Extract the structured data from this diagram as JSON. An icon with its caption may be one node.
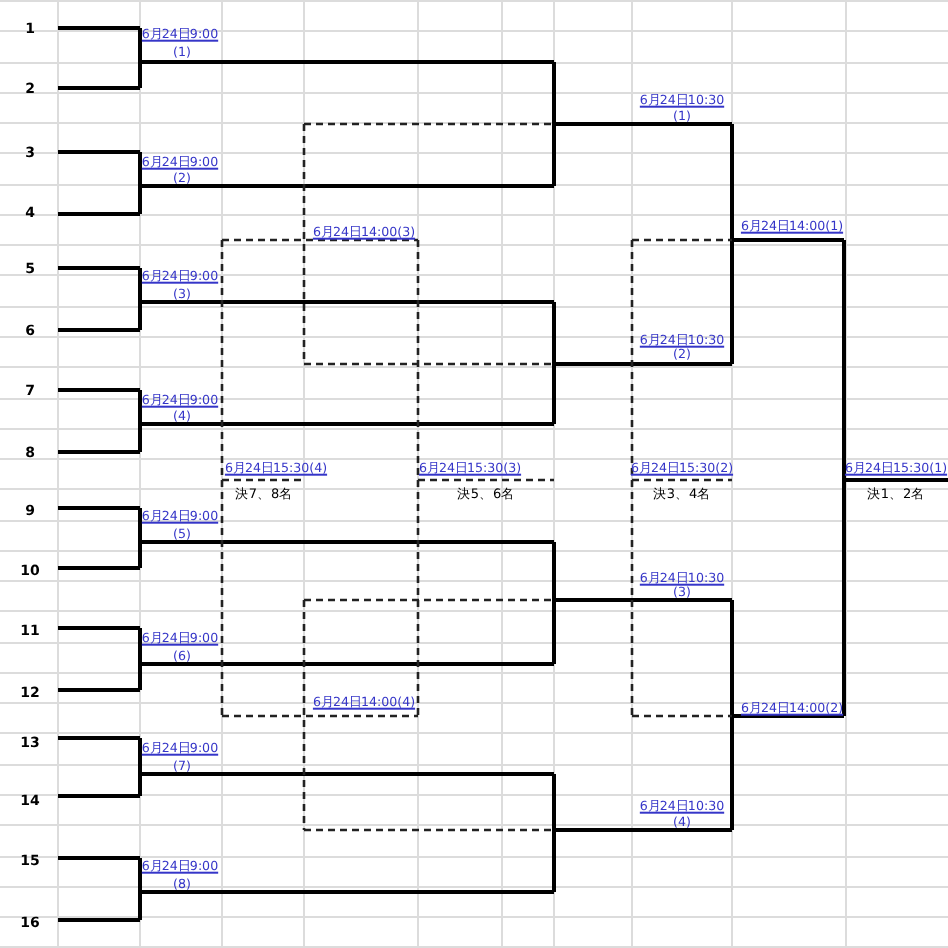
{
  "diagram": {
    "labels": [
      "1",
      "6月24日9:00",
      "(1)",
      "2",
      "6月24日10:30",
      "(1)",
      "3",
      "6月24日9:00",
      "(2)",
      "4",
      "6月24日14:00(3)",
      "6月24日14:00(1)",
      "5",
      "6月24日9:00",
      "(3)",
      "6",
      "6月24日10:30",
      "(2)",
      "7",
      "6月24日9:00",
      "(4)",
      "8",
      "6月24日15:30(4)",
      "6月24日15:30(3)",
      "6月24日15:30(2)",
      "6月24日15:30(1)",
      "決7、8名",
      "決5、6名",
      "決3、4名",
      "決1、2名",
      "9",
      "6月24日9:00",
      "(5)",
      "10",
      "6月24日10:30",
      "(3)",
      "11",
      "6月24日9:00",
      "(6)",
      "12",
      "6月24日14:00(4)",
      "6月24日14:00(2)",
      "13",
      "6月24日9:00",
      "(7)",
      "14",
      "6月24日10:30",
      "(4)",
      "15",
      "6月24日9:00",
      "(8)",
      "16"
    ]
  }
}
